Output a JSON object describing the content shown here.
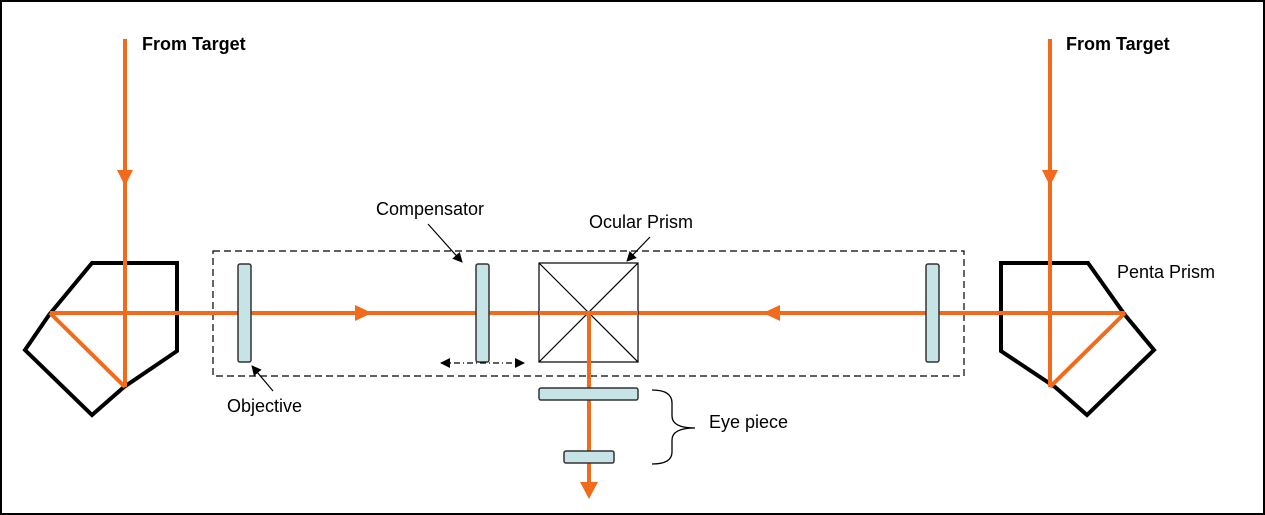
{
  "labels": {
    "from_target_left": "From Target",
    "from_target_right": "From Target",
    "compensator": "Compensator",
    "ocular_prism": "Ocular Prism",
    "penta_prism": "Penta Prism",
    "objective": "Objective",
    "eye_piece": "Eye piece"
  },
  "colors": {
    "beam": "#f26a1b",
    "lens_fill": "#c6e3e6",
    "outline": "#000000"
  }
}
